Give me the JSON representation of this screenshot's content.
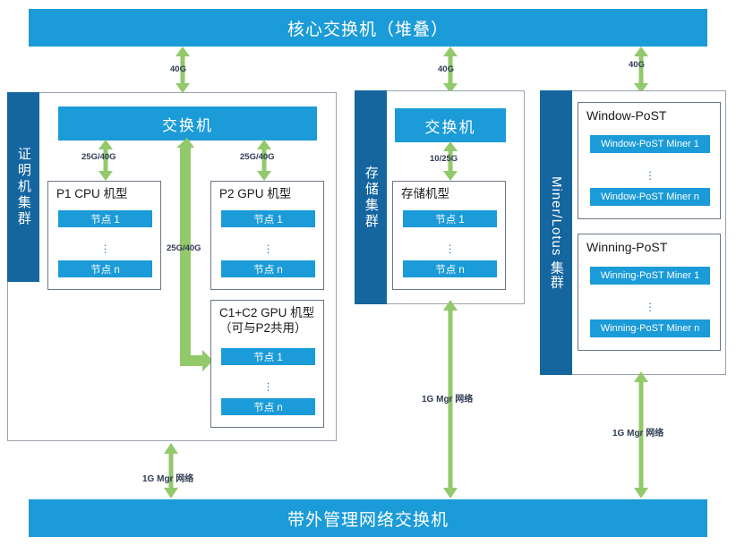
{
  "diagram": {
    "title": "Filecoin cluster network topology",
    "colors": {
      "banner_blue": "#1B9BD8",
      "tab_dark_blue": "#15659F",
      "node_blue": "#1B9BD8",
      "arrow_green": "#92C96B",
      "frame_gray": "#9aa3ad"
    }
  },
  "top_banner": {
    "label": "核心交换机（堆叠）"
  },
  "bottom_banner": {
    "label": "带外管理网络交换机"
  },
  "uplinks": [
    {
      "name": "proof-uplink",
      "label": "40G"
    },
    {
      "name": "storage-uplink",
      "label": "40G"
    },
    {
      "name": "miner-uplink",
      "label": "40G"
    }
  ],
  "mgmt_links": [
    {
      "name": "proof-mgmt",
      "label": "1G Mgr 网络"
    },
    {
      "name": "storage-mgmt",
      "label": "1G Mgr 网络"
    },
    {
      "name": "miner-mgmt",
      "label": "1G Mgr 网络"
    }
  ],
  "clusters": [
    {
      "id": "proof",
      "tab_label": "证明机集群",
      "switch": {
        "label": "交换机"
      },
      "internal_links": [
        {
          "name": "p1-link",
          "label": "25G/40G"
        },
        {
          "name": "p2-link",
          "label": "25G/40G"
        },
        {
          "name": "c1c2-link",
          "label": "25G/40G"
        }
      ],
      "groups": [
        {
          "id": "p1",
          "title": "P1 CPU 机型",
          "nodes": [
            "节点 1",
            "节点 n"
          ]
        },
        {
          "id": "p2",
          "title": "P2 GPU 机型",
          "nodes": [
            "节点 1",
            "节点 n"
          ]
        },
        {
          "id": "c1c2",
          "title_line1": "C1+C2 GPU 机型",
          "title_line2": "（可与P2共用）",
          "nodes": [
            "节点 1",
            "节点 n"
          ]
        }
      ]
    },
    {
      "id": "storage",
      "tab_label": "存储集群",
      "switch": {
        "label": "交换机"
      },
      "internal_links": [
        {
          "name": "storage-link",
          "label": "10/25G"
        }
      ],
      "groups": [
        {
          "id": "storage-machines",
          "title": "存储机型",
          "nodes": [
            "节点 1",
            "节点 n"
          ]
        }
      ]
    },
    {
      "id": "miner",
      "tab_label": "Miner/Lotus 集群",
      "groups": [
        {
          "id": "window-post",
          "title": "Window-PoST",
          "nodes": [
            "Window-PoST Miner 1",
            "Window-PoST Miner n"
          ]
        },
        {
          "id": "winning-post",
          "title": "Winning-PoST",
          "nodes": [
            "Winning-PoST Miner 1",
            "Winning-PoST Miner n"
          ]
        }
      ]
    }
  ]
}
